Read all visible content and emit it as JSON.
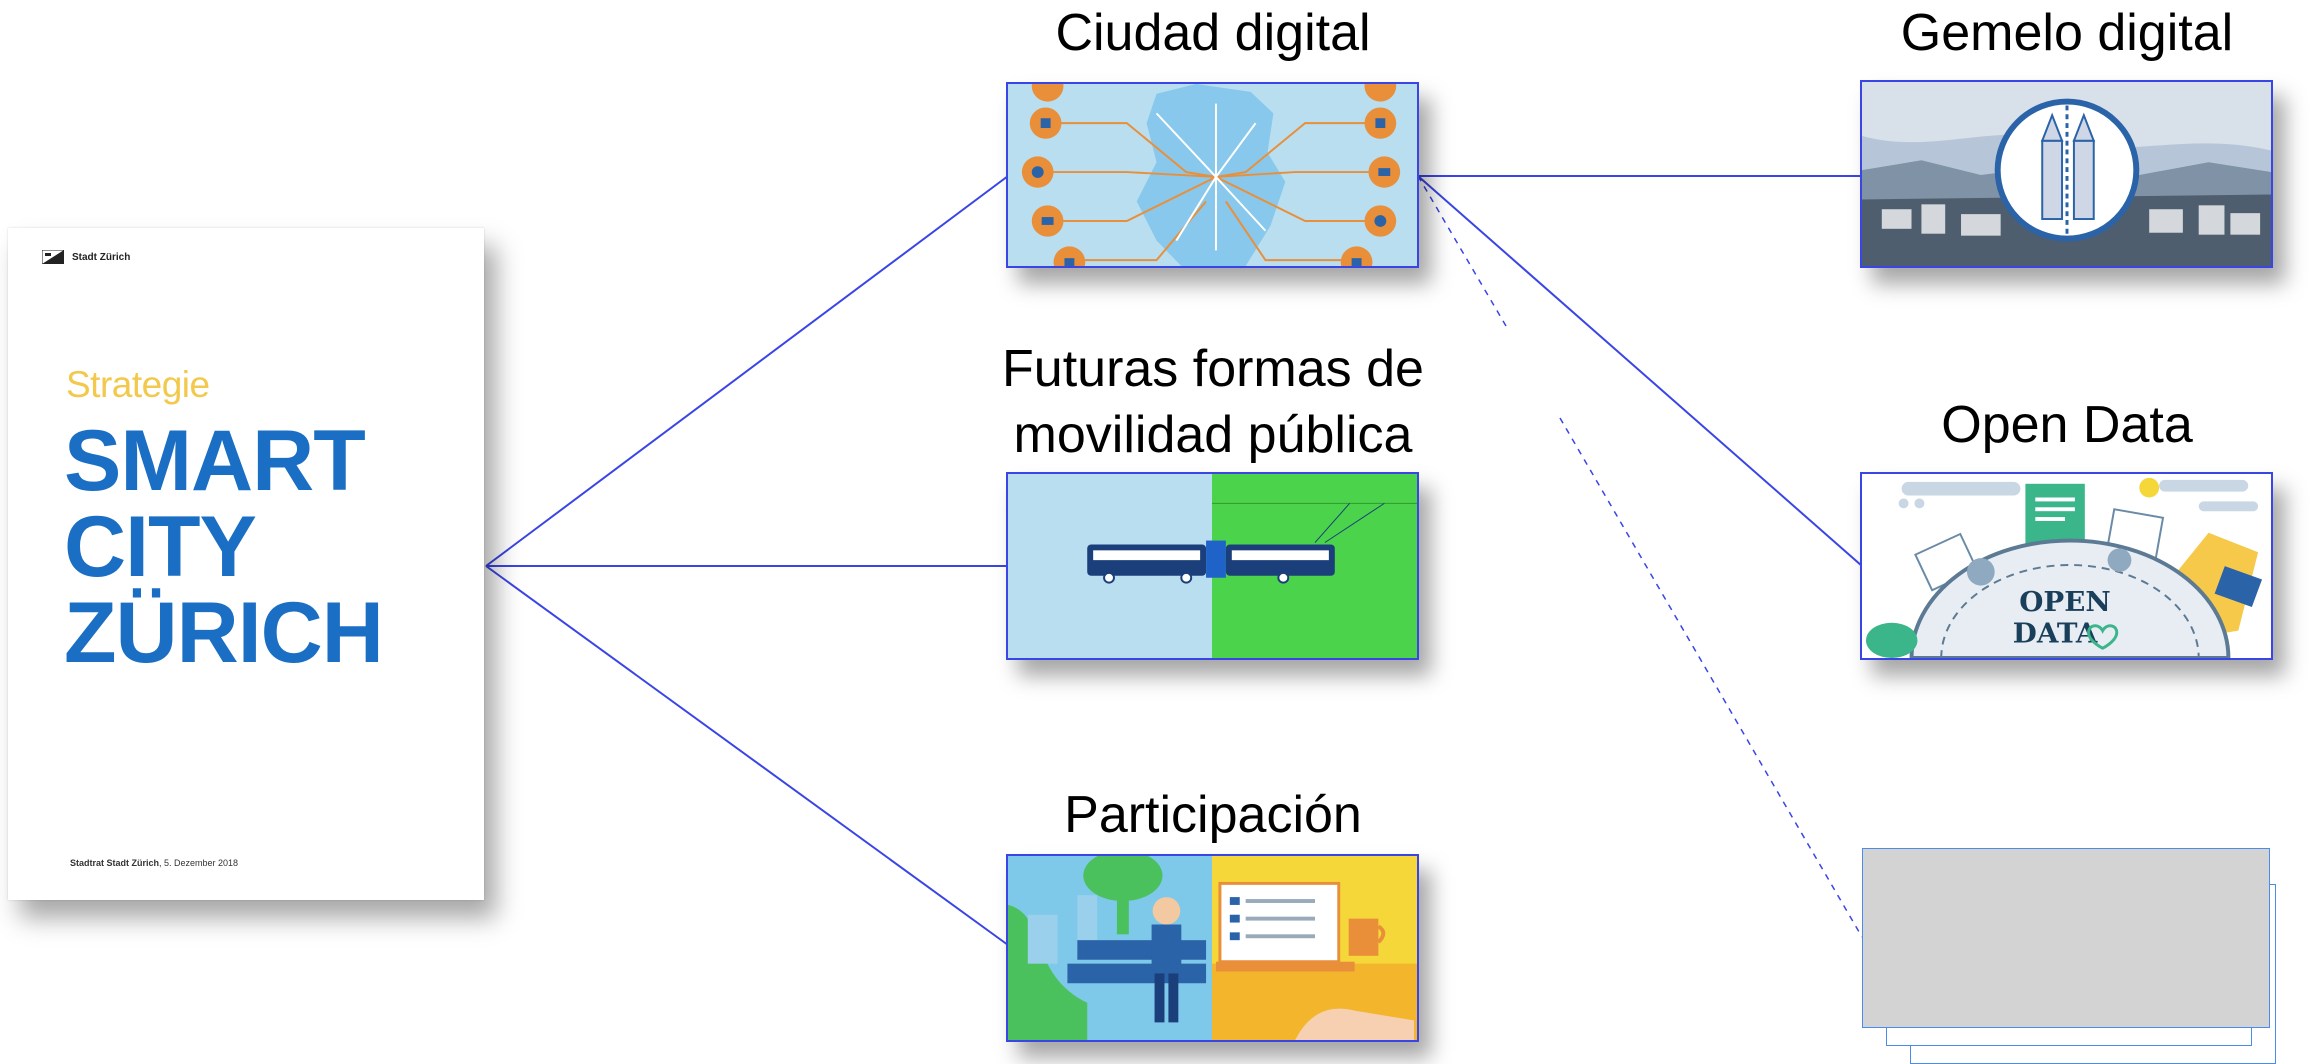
{
  "cover": {
    "org": "Stadt Zürich",
    "subtitle": "Strategie",
    "title_lines": [
      "SMART",
      "CITY",
      "ZÜRICH"
    ],
    "footer_bold": "Stadtrat Stadt Zürich",
    "footer_date": ", 5. Dezember 2018"
  },
  "topics": {
    "ciudad_digital": "Ciudad digital",
    "movilidad_line1": "Futuras formas de",
    "movilidad_line2": "movilidad pública",
    "participacion": "Participación"
  },
  "subtopics": {
    "gemelo_digital": "Gemelo digital",
    "open_data": "Open Data",
    "open_data_badge_line1": "OPEN",
    "open_data_badge_line2": "DATA"
  },
  "colors": {
    "connector": "#3a45e6",
    "thumb_border": "#3a45e6",
    "cover_title": "#1a6fc4",
    "cover_subtitle": "#f2c94c",
    "placeholder_fill": "#d3d3d3",
    "placeholder_border": "#4a8de8"
  }
}
